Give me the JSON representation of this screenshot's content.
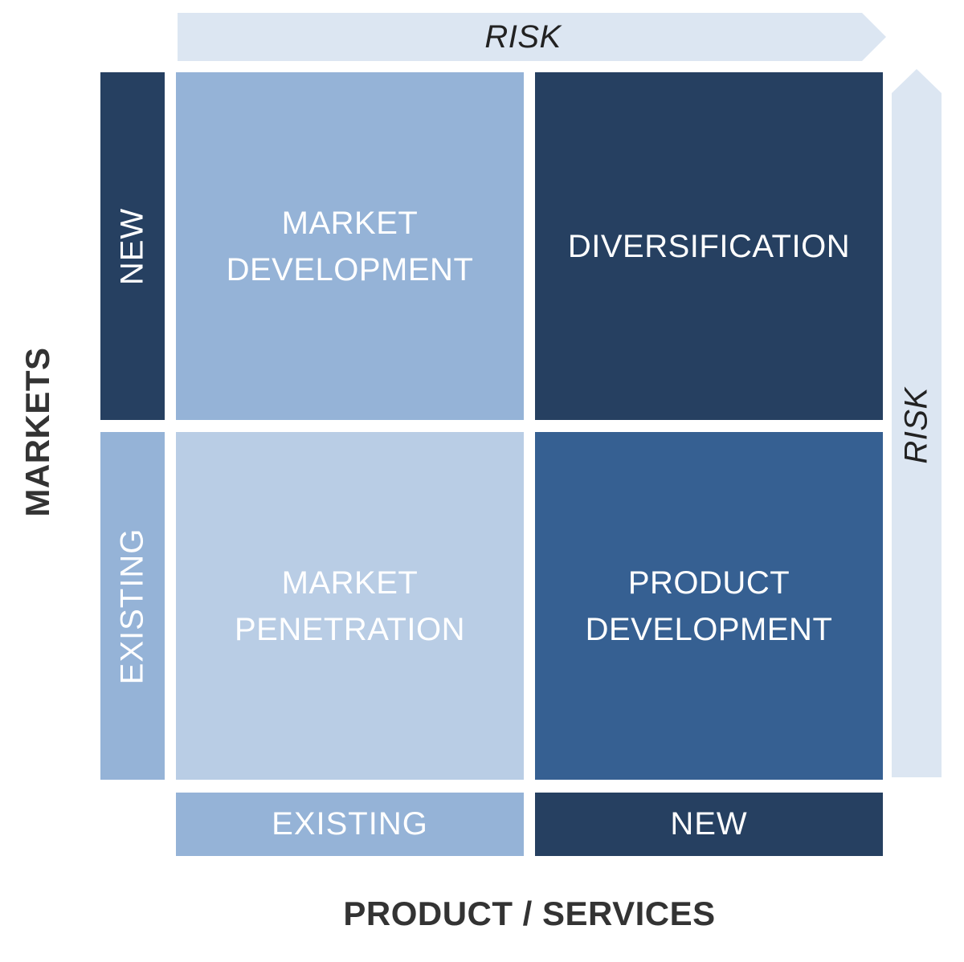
{
  "risk_arrows": {
    "top_label": "RISK",
    "right_label": "RISK",
    "fill_color": "#dce6f2"
  },
  "axes": {
    "y_title": "MARKETS",
    "x_title": "PRODUCT / SERVICES"
  },
  "rows": [
    {
      "label": "NEW",
      "color": "#264061"
    },
    {
      "label": "EXISTING",
      "color": "#95b3d7"
    }
  ],
  "columns": [
    {
      "label": "EXISTING",
      "color": "#95b3d7"
    },
    {
      "label": "NEW",
      "color": "#264061"
    }
  ],
  "quadrants": {
    "top_left": {
      "line1": "MARKET",
      "line2": "DEVELOPMENT",
      "color": "#95b3d7"
    },
    "top_right": {
      "line1": "DIVERSIFICATION",
      "color": "#264061"
    },
    "bottom_left": {
      "line1": "MARKET",
      "line2": "PENETRATION",
      "color": "#b9cde5"
    },
    "bottom_right": {
      "line1": "PRODUCT",
      "line2": "DEVELOPMENT",
      "color": "#366092"
    }
  }
}
